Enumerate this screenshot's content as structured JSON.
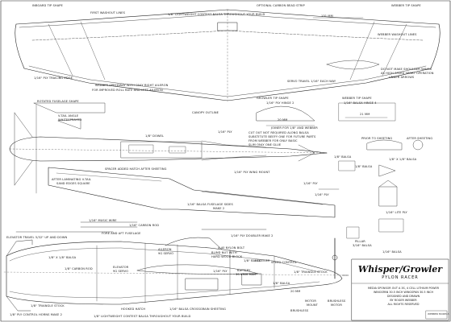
{
  "labels": {
    "inboard_tip_shape": "INBOARD TIP SHAPE",
    "first_washout_lines": "FIRST WASHOUT LINES",
    "optional_carbon": "OPTIONAL CARBON BEAD STRIP",
    "webber_tip_shape": "WEBBER TIP SHAPE",
    "spar_note": "1/8\" LIGHTWEIGHT CONTEST BALSA THROUGHOUT YOUR BUILD",
    "dim_top": "131 MM",
    "webber_washout": "WEBBER WASHOUT LINES",
    "trailing_edge": "1/16\" PLY TRAILING EDGE",
    "aileron_note_1": "WEBBER SPEEDWAY WITH ONLY RIGHT AILERON",
    "aileron_note_2": "FOR IMPROVED ROLL RATE AND LEFT AILERON",
    "servo_note": "SERVO TRAVEL 1/16\" EACH WAY",
    "shoulder_wings": "DO NOT MAKE SHOULDER WINGS",
    "sport_note": "AS HIGH SPEED SPORT OPERATION",
    "sport_note2": "UNDER ARROWS",
    "rotated_shape": "ROTATED FUSELAGE SHAPE",
    "growler_tip": "GROWLER TIP SHAPE",
    "growler_ply": "1/16\" PLY HINGE 2",
    "webber_tip2": "WEBBER TIP SHAPE",
    "balsa_hinge": "1/16\" BALSA HINGE 4",
    "dim_mid": "20 MM",
    "dim_right": "21 MM",
    "vtail_1": "V-TAIL ANGLE",
    "vtail_2": "WHITESPRAYED",
    "canopy": "CANOPY OUTLINE",
    "ply": "1/16\" PLY",
    "dowel": "1/8\" DOWEL",
    "cutaway_1": "CUT OUT NOT REQUIRED ALONG BALSA",
    "cutaway_2": "SUBSTITUTE BEEFY ONE FOR FUTURE PARTS",
    "cutaway_3": "FROM WEBBER FOR ONLY BASIC",
    "cutaway_4": "SLIM ONLY ONE GLUE",
    "joiner": "JOINER FOR 1/8\" AND WEBBER",
    "spacer_hatch": "SPACER ADDED HATCH AFTER SHEETING",
    "after_lamination": "AFTER LAMINATING V-TAIL",
    "sand_edges": "SAND EDGES SQUARE",
    "ply_wing_mount": "1/16\" PLY WING MOUNT",
    "prior_sheeting": "PRIOR TO SHEETING",
    "after_sheeting": "AFTER SHEETING",
    "balsa_18": "1/8\" BALSA",
    "balsa_1": "1/8\" BALSA",
    "balsa_xy": "1/8\" X 1/8\" BALSA",
    "ply_2": "1/16\" PLY",
    "balsa_fuse_sides": "1/16\" BALSA FUSELAGE SIDES",
    "make_2": "MAKE 2",
    "ply_3": "1/16\" PLY",
    "lite_ply": "1/16\" LITE PLY",
    "music_wire": "1/16\" MUSIC WIRE",
    "carbon_rod": "1/16\" CARBON ROD",
    "fore_and_aft": "FORE AND AFT FUSELAGE",
    "elevator_travel": "ELEVATOR TRAVEL 5/32\" UP AND DOWN",
    "ply_doubler": "1/16\" PLY DOUBLER MAKE 2",
    "pillar": "PILLAR",
    "pillar_2": "3/16\" BALSA",
    "balsa_beam": "1/16\" BALSA",
    "balsa_sq": "1/8\" X 1/8\" BALSA",
    "aileron": "AILERON",
    "servo_2": "9G SERVO",
    "nylon_bolt": "4-40 NYLON BOLT",
    "blind_nut": "BLIND NUT WITH",
    "hard_wood": "HARD WOOD BLOCK",
    "balsa_leading": "1/8\" BALSA",
    "elevator_servo": "ELEVATOR",
    "elevator_servo2": "9G SERVO",
    "carbon_2": "1/8\" CARBON ROD",
    "ply_4": "1/16\" PLY",
    "battery": "BATTERY",
    "battery_2": "3S 1300 MAH",
    "receiver": "RECEIVER",
    "speed": "SPEED CONTROL",
    "triangle_stock": "1/8\" TRIANGLE STOCK",
    "triangle_stock_2": "1/8\" TRIANGLE STOCK",
    "rudder_note": "1/8\" PLY CONTROL HORNS MAKE 2",
    "hatch": "HOOKED HATCH",
    "balsa_crossgrain": "1/16\" BALSA CROSSGRAIN SHEETING",
    "spar_note2": "1/8\" LIGHTWEIGHT CONTEST BALSA THROUGHOUT YOUR BUILD",
    "motor": "MOTOR",
    "motor_mount": "MOUNT",
    "brushless": "BRUSHLESS",
    "motor_2": "MOTOR",
    "brushless_2": "BRUSHLESS",
    "dim_bottom": "20 MM",
    "bottom_dim_label": "1/8\" BALSA"
  },
  "title_block": {
    "title": "Whisper/Growler",
    "subtitle": "PYLON RACER",
    "note_1": "MEDIA SPONSOR OUT A 3S, 4 CELL LITHIUM POWER",
    "note_2": "WINGSPAN 30.5 INCH    WINGSPAN 30.5 INCH",
    "note_3": "DESIGNED AND DRAWN",
    "note_4": "BY ROGER WEBBER",
    "note_5": "ALL RIGHTS RESERVED",
    "logo": "WEBBER MODELS"
  }
}
